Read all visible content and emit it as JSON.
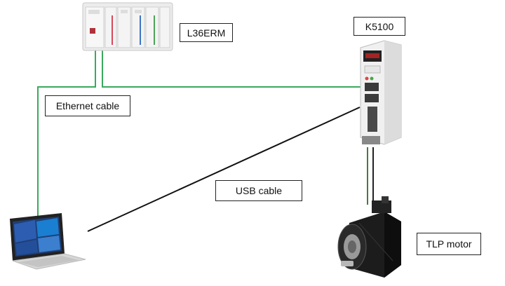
{
  "labels": {
    "plc": "L36ERM",
    "drive": "K5100",
    "ethernet": "Ethernet cable",
    "usb": "USB cable",
    "motor": "TLP motor"
  },
  "colors": {
    "ethernet_cable": "#3aaa5c",
    "usb_cable": "#111111",
    "motor_cable": "#4a7a3a",
    "plc_body": "#e9e9e9",
    "drive_body": "#f1f1f1",
    "motor_body": "#1c1c1c",
    "laptop_body": "#d8d8d8",
    "laptop_screen": "#1f3f78"
  },
  "icons": {
    "plc": "plc-controller-icon",
    "drive": "servo-drive-icon",
    "motor": "servo-motor-icon",
    "laptop": "laptop-icon"
  }
}
